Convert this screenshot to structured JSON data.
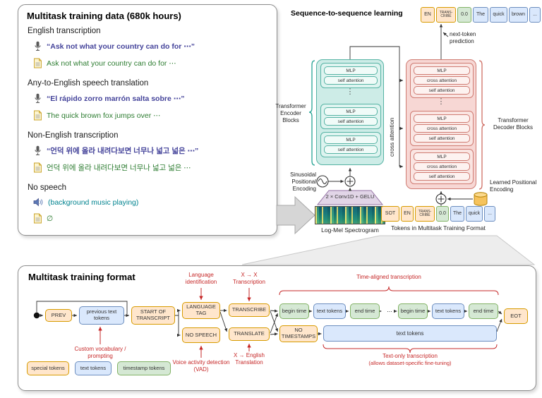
{
  "colors": {
    "special-bg": "#ffe6cc",
    "special-border": "#d79b00",
    "text-bg": "#dae8fc",
    "text-border": "#6c8ebf",
    "time-bg": "#d5e8d4",
    "time-border": "#82b366",
    "annotation": "#c62828"
  },
  "left_panel": {
    "title": "Multitask training data (680k hours)",
    "sections": [
      {
        "heading": "English transcription",
        "speech": "“Ask not what your country can do for ⋯”",
        "text": "Ask not what your country can do for ⋯"
      },
      {
        "heading": "Any-to-English speech translation",
        "speech": "“El rápido zorro marrón salta sobre ⋯”",
        "text": "The quick brown fox jumps over ⋯"
      },
      {
        "heading": "Non-English transcription",
        "speech": "“언덕 위에 올라 내려다보면 너무나 넓고 넓은 ⋯”",
        "text": "언덕 위에 올라 내려다보면 너무나 넓고 넓은 ⋯"
      },
      {
        "heading": "No speech",
        "speech": "(background music playing)",
        "text": "∅"
      }
    ]
  },
  "seq2seq": {
    "title": "Sequence-to-sequence learning",
    "encoder_label": "Transformer Encoder Blocks",
    "decoder_label": "Transformer Decoder Blocks",
    "mlp_label": "MLP",
    "self_attention_label": "self attention",
    "cross_attention_label": "cross attention",
    "cross_attention_axis_label": "cross attention",
    "next_token_label": "next-token prediction",
    "sinusoidal_label": "Sinusoidal Positional Encoding",
    "learned_label": "Learned Positional Encoding",
    "conv_label": "2 × Conv1D + GELU",
    "spectrogram_label": "Log-Mel Spectrogram",
    "tokens_caption": "Tokens in Multitask Training Format",
    "ellipsis": "⋮",
    "top_tokens": [
      "EN",
      "TRANS-CRIBE",
      "0.0",
      "The",
      "quick",
      "brown",
      "..."
    ],
    "bottom_tokens": [
      "SOT",
      "EN",
      "TRANS-CRIBE",
      "0.0",
      "The",
      "quick",
      "..."
    ]
  },
  "format_panel": {
    "title": "Multitask training format",
    "nodes": {
      "prev": "PREV",
      "prev_tokens": "previous text tokens",
      "sot": "START OF TRANSCRIPT",
      "language_tag": "LANGUAGE TAG",
      "no_speech": "NO SPEECH",
      "transcribe": "TRANSCRIBE",
      "translate": "TRANSLATE",
      "no_timestamps": "NO TIMESTAMPS",
      "begin_time": "begin time",
      "text_tokens": "text tokens",
      "end_time": "end time",
      "gap": "...",
      "eot": "EOT"
    },
    "annotations": {
      "language_id": "Language identification",
      "x_to_x": "X → X Transcription",
      "time_aligned": "Time-aligned transcription",
      "custom_vocab": "Custom vocabulary / prompting",
      "vad": "Voice activity detection (VAD)",
      "x_to_english": "X → English Translation",
      "text_only": "Text-only transcription",
      "text_only_sub": "(allows dataset-specific fine-tuning)"
    },
    "legend": [
      "special tokens",
      "text tokens",
      "timestamp tokens"
    ]
  }
}
